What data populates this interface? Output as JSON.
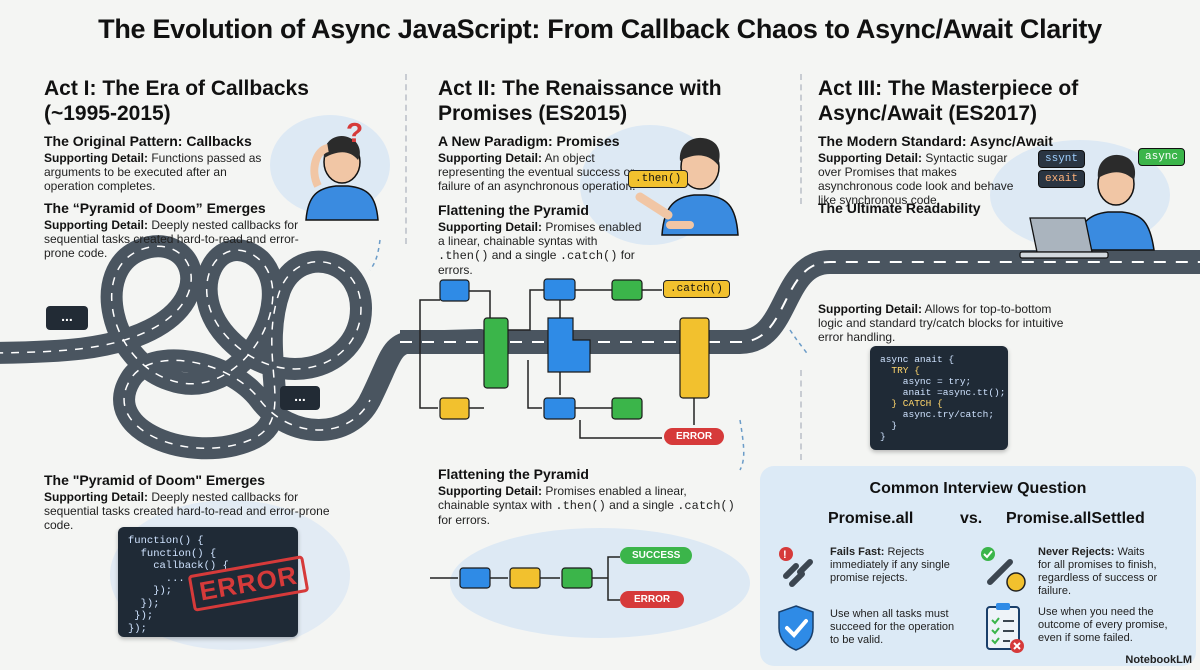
{
  "title": "The Evolution of Async JavaScript: From Callback Chaos to Async/Await Clarity",
  "act1": {
    "heading": "Act I: The Era of Callbacks\n(~1995-2015)",
    "pattern_title": "The Original Pattern: Callbacks",
    "pattern_label": "Supporting Detail:",
    "pattern_text": " Functions passed as arguments to be executed after an operation completes.",
    "pyramid_title": "The “Pyramid of Doom” Emerges",
    "pyramid_label": "Supporting Detail:",
    "pyramid_text": " Deeply nested callbacks for sequential tasks created hard-to-read and error-prone code.",
    "pyramid_title_2": "The \"Pyramid of Doom\" Emerges",
    "pyramid_label_2": "Supporting Detail:",
    "pyramid_text_2": " Deeply nested callbacks for sequential tasks created hard-to-read and error-prone code.",
    "dots_left": "...",
    "dots_right": "...",
    "question_mark": "?",
    "code": "function() {\n  function() {\n    callback() {\n      ...\n    });\n  });\n });\n});",
    "error_stamp": "ERROR"
  },
  "act2": {
    "heading": "Act II: The Renaissance with\nPromises (ES2015)",
    "paradigm_title": "A New Paradigm: Promises",
    "paradigm_label": "Supporting Detail:",
    "paradigm_text": " An object representing the eventual success or failure of an asynchronous operation.",
    "flatten_title": "Flattening the Pyramid",
    "flatten_label": "Supporting Detail:",
    "flatten_text_a": " Promises enabled a linear, chainable syntas with ",
    "flatten_code_a": ".then()",
    "flatten_text_b": " and a single ",
    "flatten_code_b": ".catch()",
    "flatten_text_c": " for errors.",
    "flatten_title_2": "Flattening the Pyramid",
    "flatten_label_2": "Supporting Detail:",
    "flatten_text2_a": " Promises enabled a linear, chainable syntax with ",
    "flatten_text2_b": " and a single ",
    "flatten_text2_c": " for errors.",
    "then_tag": ".then()",
    "catch_tag": ".catch()",
    "error_pill": "ERROR",
    "success_pill": "SUCCESS",
    "error_pill_2": "ERROR"
  },
  "act3": {
    "heading": "Act III: The Masterpiece of\nAsync/Await (ES2017)",
    "standard_title": "The Modern Standard: Async/Await",
    "standard_label": "Supporting Detail:",
    "standard_text": " Syntactic sugar over Promises that makes asynchronous code look and behave like synchronous code.",
    "readability_title": "The Ultimate Readability",
    "readability_label": "Supporting Detail:",
    "readability_text": " Allows for top-to-bottom logic and standard try/catch blocks for intuitive error handling.",
    "tag_synt": "ssynt",
    "tag_exait": "exait",
    "tag_async": "async",
    "code_l1": "async anait {",
    "code_l2": "  TRY {",
    "code_l3": "    async = try;",
    "code_l4": "    anait =async.tt();",
    "code_l5": "  } CATCH {",
    "code_l6": "    async.try/catch;",
    "code_l7": "  }",
    "code_l8": "}"
  },
  "interview": {
    "title": "Common Interview Question",
    "left_heading": "Promise.all",
    "vs": "vs.",
    "right_heading": "Promise.allSettled",
    "left_1_label": "Fails Fast:",
    "left_1_text": " Rejects immediately if any single promise rejects.",
    "left_2_text": "Use when all tasks must succeed for the operation to be valid.",
    "right_1_label": "Never Rejects:",
    "right_1_text": " Waits for all promises to finish, regardless of success or failure.",
    "right_2_text": "Use when you need the outcome of every promise, even if some failed."
  },
  "footer": "NotebookLM",
  "colors": {
    "road": "#4a5560",
    "blue_box": "#2f8be6",
    "green_box": "#3bb54a",
    "yellow_box": "#f2c12e",
    "error_red": "#d63a3a",
    "success_green": "#3bb54a",
    "panel_bg": "#dceaf6"
  }
}
